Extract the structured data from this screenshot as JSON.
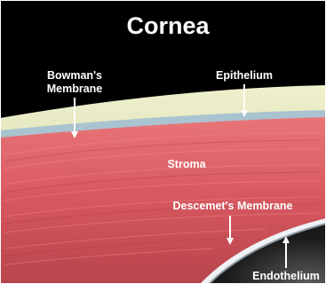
{
  "title": "Cornea",
  "labels": {
    "bowmans_line1": "Bowman's",
    "bowmans_line2": "Membrane",
    "epithelium": "Epithelium",
    "stroma": "Stroma",
    "descemets": "Descemet's Membrane",
    "endothelium": "Endothelium"
  },
  "colors": {
    "background": "#000000",
    "epithelium": "#dfe3b6",
    "bowmans": "#a8c2d0",
    "stroma": "#d95b62",
    "descemets": "#e9eef2",
    "anterior_chamber": "#2b2b2b"
  }
}
